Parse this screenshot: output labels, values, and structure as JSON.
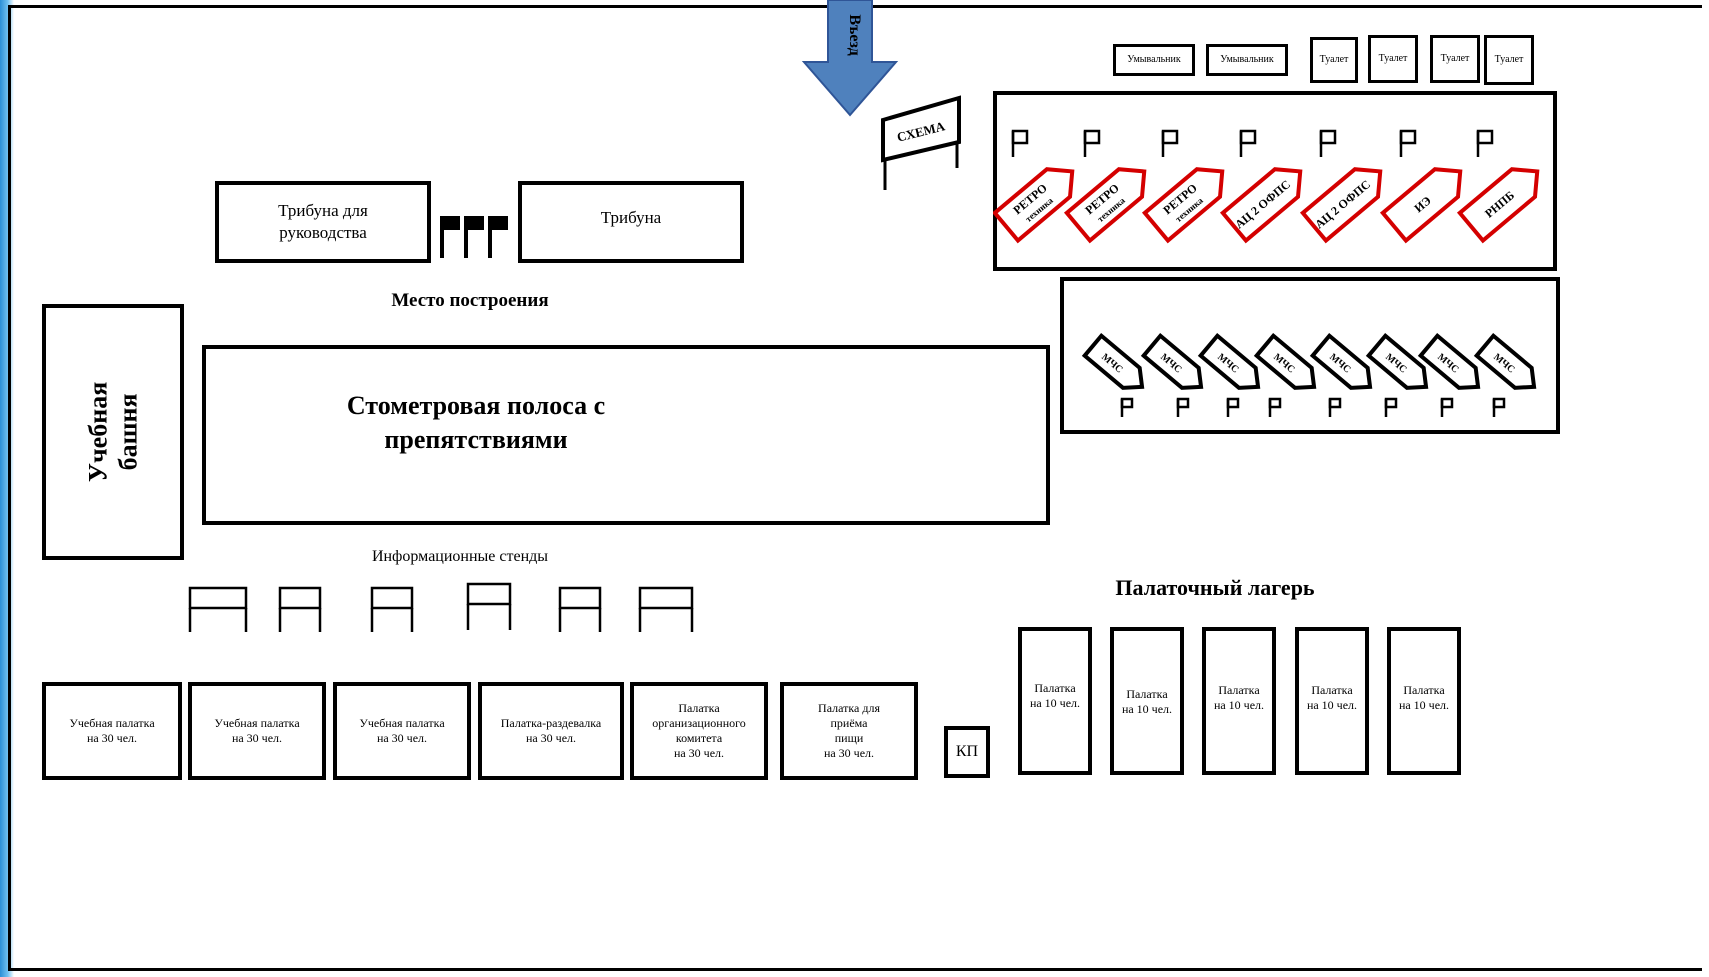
{
  "entry": {
    "label": "Въезд",
    "color": "#4f81bd"
  },
  "schema_sign": "СХЕМА",
  "facilities": {
    "washbasins": [
      "Умывальник",
      "Умывальник"
    ],
    "toilets": [
      "Туалет",
      "Туалет",
      "Туалет",
      "Туалет"
    ]
  },
  "stands_main": {
    "leadership": "Трибуна для\nруководства",
    "main": "Трибуна"
  },
  "formation_place": "Место построения",
  "training_tower": "Учебная\nбашня",
  "obstacle_course": "Стометровая полоса с\nпрепятствиями",
  "info_stands_label": "Информационные стенды",
  "camp_label": "Палаточный лагерь",
  "vehicles_red": {
    "color": "#d40000",
    "items": [
      {
        "line1": "РЕТРО",
        "line2": "техника"
      },
      {
        "line1": "РЕТРО",
        "line2": "техника"
      },
      {
        "line1": "РЕТРО",
        "line2": "техника"
      },
      {
        "line1": "АЦ 2 ОФПС",
        "line2": ""
      },
      {
        "line1": "АЦ 2 ОФПС",
        "line2": ""
      },
      {
        "line1": "ИЭ",
        "line2": ""
      },
      {
        "line1": "РНПБ",
        "line2": ""
      }
    ]
  },
  "vehicles_black": {
    "items": [
      "МЧС",
      "МЧС",
      "МЧС",
      "МЧС",
      "МЧС",
      "МЧС",
      "МЧС",
      "МЧС"
    ]
  },
  "bottom_tents": [
    "Учебная палатка\nна 30 чел.",
    "Учебная палатка\nна 30 чел.",
    "Учебная палатка\nна 30 чел.",
    "Палатка-раздевалка\nна 30 чел.",
    "Палатка\nорганизационного\nкомитета\nна 30 чел.",
    "Палатка для\nприёма\nпищи\nна 30 чел."
  ],
  "checkpoint": "КП",
  "camp_tents": [
    "Палатка\nна 10 чел.",
    "Палатка\nна 10 чел.",
    "Палатка\nна 10 чел.",
    "Палатка\nна 10 чел.",
    "Палатка\nна 10 чел."
  ]
}
